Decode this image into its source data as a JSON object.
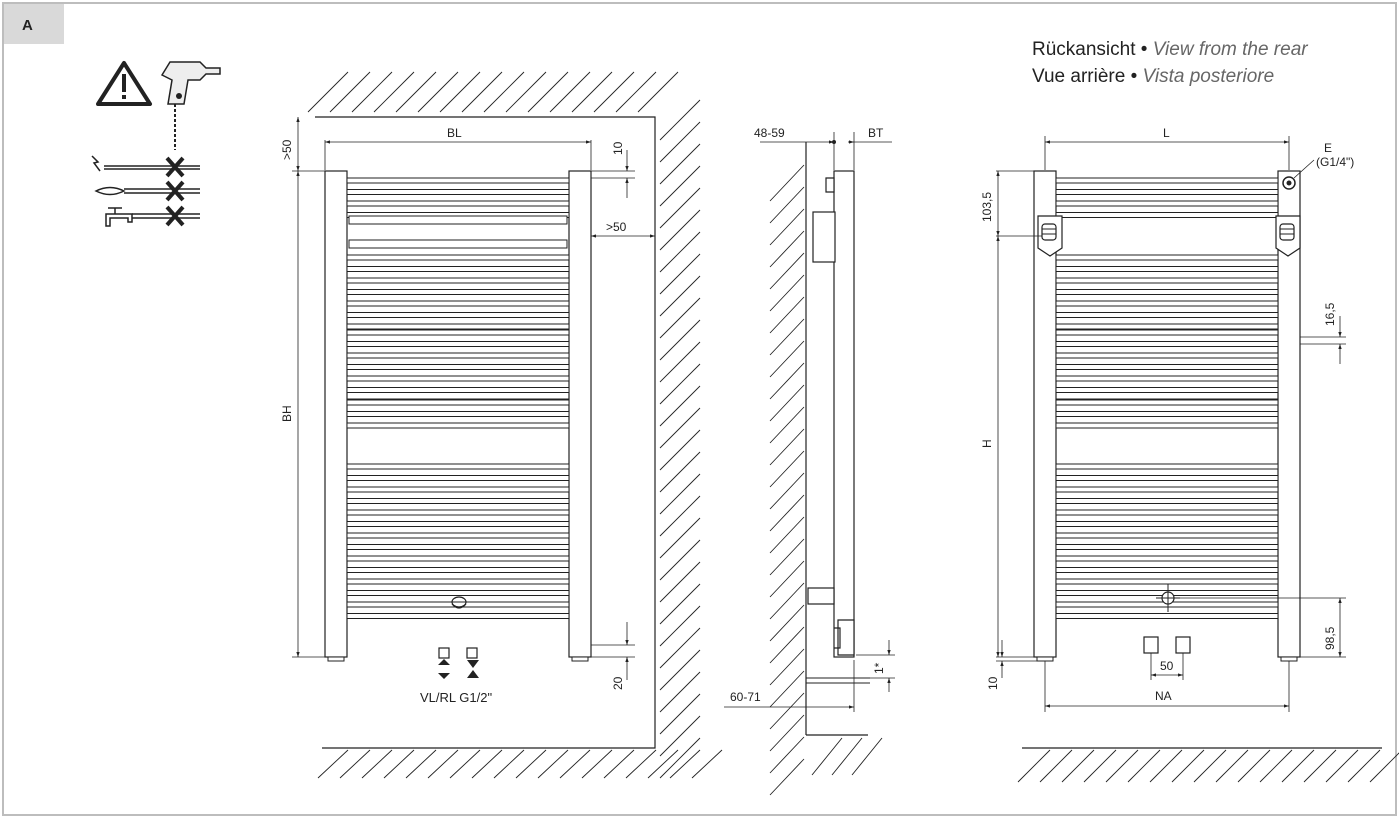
{
  "panel_label": "A",
  "title": {
    "line1_main": "Rückansicht",
    "line1_alt": "View from the rear",
    "line2_main": "Vue arrière",
    "line2_alt": "Vista posteriore",
    "bullet": "•"
  },
  "front_view": {
    "dim_width": "BL",
    "dim_height": "BH",
    "clear_top": ">50",
    "clear_side": ">50",
    "gap_top": "10",
    "gap_bottom": "20",
    "connection_label": "VL/RL G1/2\""
  },
  "side_view": {
    "wall_distance": "48-59",
    "depth": "BT",
    "pipe_distance": "60-71",
    "footnote_dim": "1*"
  },
  "rear_view": {
    "dim_length": "L",
    "dim_height": "H",
    "vent_label": "E",
    "vent_thread": "(G1/4\")",
    "top_bracket": "103,5",
    "bar_spacing": "16,5",
    "bottom_offset": "98,5",
    "hub_spacing": "50",
    "connection_distance": "NA",
    "floor_gap": "10"
  },
  "icons": [
    "warning-icon",
    "drill-icon",
    "electric-line-icon",
    "gas-line-icon",
    "water-tap-line-icon"
  ]
}
